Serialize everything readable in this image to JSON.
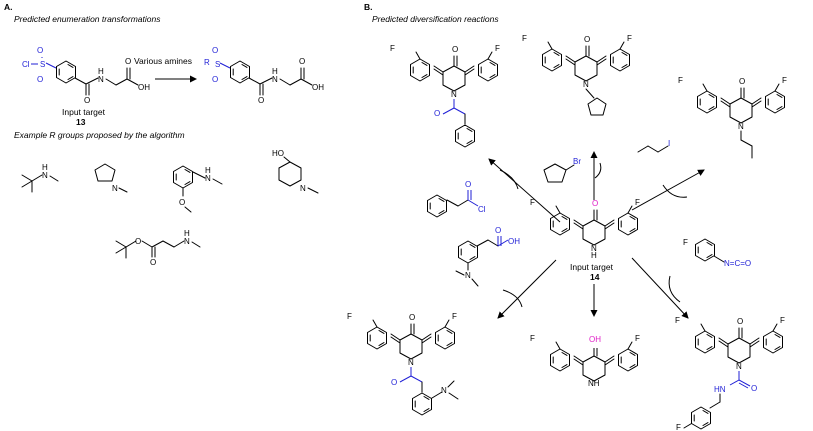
{
  "panelA": {
    "letter": "A.",
    "subtitle": "Predicted enumeration transformations",
    "reagent_label": "Various amines",
    "target_label": "Input target",
    "target_number": "13",
    "rgroups_caption": "Example R groups proposed by the algorithm"
  },
  "panelB": {
    "letter": "B.",
    "subtitle": "Predicted diversification reactions",
    "target_label": "Input target",
    "target_number": "14"
  },
  "atoms": {
    "cl": "Cl",
    "s": "S",
    "o": "O",
    "n": "N",
    "h": "H",
    "nh": "NH",
    "oh": "OH",
    "r": "R",
    "f": "F",
    "br": "Br",
    "i": "I",
    "ho": "HO",
    "n_hn": "HN",
    "ncs": "N=C=O"
  },
  "colors": {
    "blue": "#1f1fd6",
    "magenta": "#e020c8",
    "black": "#000000"
  }
}
